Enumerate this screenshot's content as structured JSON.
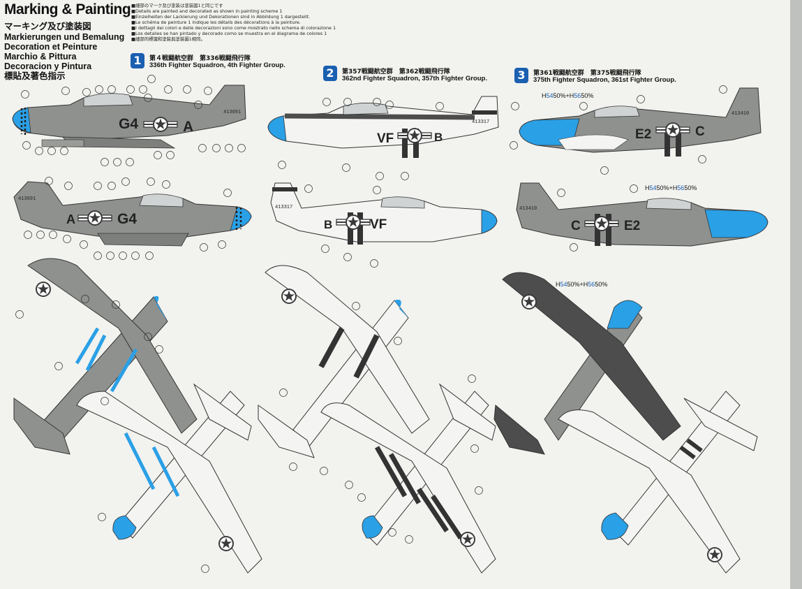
{
  "title": "Marking & Painting",
  "languages": [
    "マーキング及び塗装図",
    "Markierungen und Bemalung",
    "Decoration et Peinture",
    "Marchio & Pittura",
    "Decoracion y Pintura",
    "標貼及著色指示"
  ],
  "notes": [
    "■細部のマーク及び塗装は塗装図1と同じです",
    "■Details are painted and decorated as shown in painting scheme 1",
    "■Einzelheiten der Lackierung und Dekorationen sind in Abbildung 1 dargestellt.",
    "■Le schéma de peinture 1 indique les détails des décorations à la peinture.",
    "■I dettagli dei colori e delle decorazioni sono come mostrato nello schema di colorazione 1",
    "■Los detalles se han pintado y decorado como se muestra en el diagrama de colores 1",
    "■細部的標識和塗裝與塗裝圖1相同。"
  ],
  "schemes": [
    {
      "number": "1",
      "unit_jp": "第４戦闘航空群　第336戦闘飛行隊",
      "unit_en": "336th Fighter Squadron, 4th Fighter Group."
    },
    {
      "number": "2",
      "unit_jp": "第357戦闘航空群　第362戦闘飛行隊",
      "unit_en": "362nd Fighter Squadron, 357th Fighter Group."
    },
    {
      "number": "3",
      "unit_jp": "第361戦闘航空群　第375戦闘飛行隊",
      "unit_en": "375th Fighter Squadron, 361st Fighter Group."
    }
  ],
  "aircraft": {
    "s1": {
      "code_left": "G4",
      "code_right": "A",
      "serial": "413691"
    },
    "s2": {
      "code_left": "VF",
      "code_right": "B",
      "serial": "413317"
    },
    "s3": {
      "code_left": "E2",
      "code_right": "C",
      "serial": "413410"
    }
  },
  "mix_label": {
    "a": "H",
    "a_num": "54",
    "mid": "50%+",
    "b": "H",
    "b_num": "56",
    "end": "50%"
  },
  "colors": {
    "blue": "#2aa0e6",
    "grey": "#8f918f",
    "dark": "#4c4d4c",
    "stripe": "#333333",
    "accent": "#1a5fb0"
  }
}
